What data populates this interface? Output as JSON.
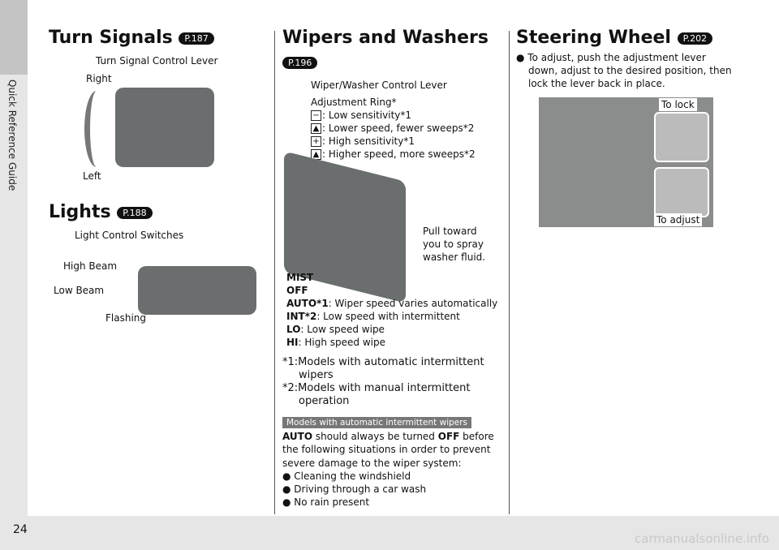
{
  "sidebar": {
    "label": "Quick Reference Guide"
  },
  "page_number": "24",
  "watermark": "carmanualsonline.info",
  "turn_signals": {
    "title": "Turn Signals",
    "ref": "P.187",
    "caption": "Turn Signal Control Lever",
    "right": "Right",
    "left": "Left"
  },
  "lights": {
    "title": "Lights",
    "ref": "P.188",
    "caption": "Light Control Switches",
    "high": "High Beam",
    "low": "Low Beam",
    "flash": "Flashing"
  },
  "wipers": {
    "title": "Wipers and Washers",
    "ref": "P.196",
    "caption": "Wiper/Washer Control Lever",
    "ring": "Adjustment Ring*",
    "ring_items": [
      {
        "icon": "minus",
        "text": ": Low sensitivity*1"
      },
      {
        "icon": "drop",
        "text": ": Lower speed, fewer sweeps*2"
      },
      {
        "icon": "plus",
        "text": ": High sensitivity*1"
      },
      {
        "icon": "drops",
        "text": ": Higher speed, more sweeps*2"
      }
    ],
    "pull": "Pull toward\nyou to spray\nwasher fluid.",
    "modes": [
      {
        "k": "MIST",
        "v": ""
      },
      {
        "k": "OFF",
        "v": ""
      },
      {
        "k": "AUTO*1",
        "v": ": Wiper speed varies automatically"
      },
      {
        "k": "INT*2",
        "v": ": Low speed with intermittent"
      },
      {
        "k": "LO",
        "v": ": Low speed wipe"
      },
      {
        "k": "HI",
        "v": ": High speed wipe"
      }
    ],
    "notes": [
      "*1:Models with automatic intermittent",
      "wipers",
      "*2:Models with manual intermittent",
      "operation"
    ],
    "tag": "Models with automatic intermittent wipers",
    "para1_b": "AUTO",
    "para1_a": " should always be turned ",
    "para1_b2": "OFF",
    "para1_c": " before",
    "para2": "the following situations in order to prevent",
    "para3": "severe damage to the wiper system:",
    "bullets": [
      "Cleaning the windshield",
      "Driving through a car wash",
      "No rain present"
    ]
  },
  "steering": {
    "title": "Steering Wheel",
    "ref": "P.202",
    "bullet": [
      "To adjust, push the adjustment lever",
      "down, adjust to the desired position, then",
      "lock the lever back in place."
    ],
    "lock": "To lock",
    "adjust": "To adjust"
  }
}
